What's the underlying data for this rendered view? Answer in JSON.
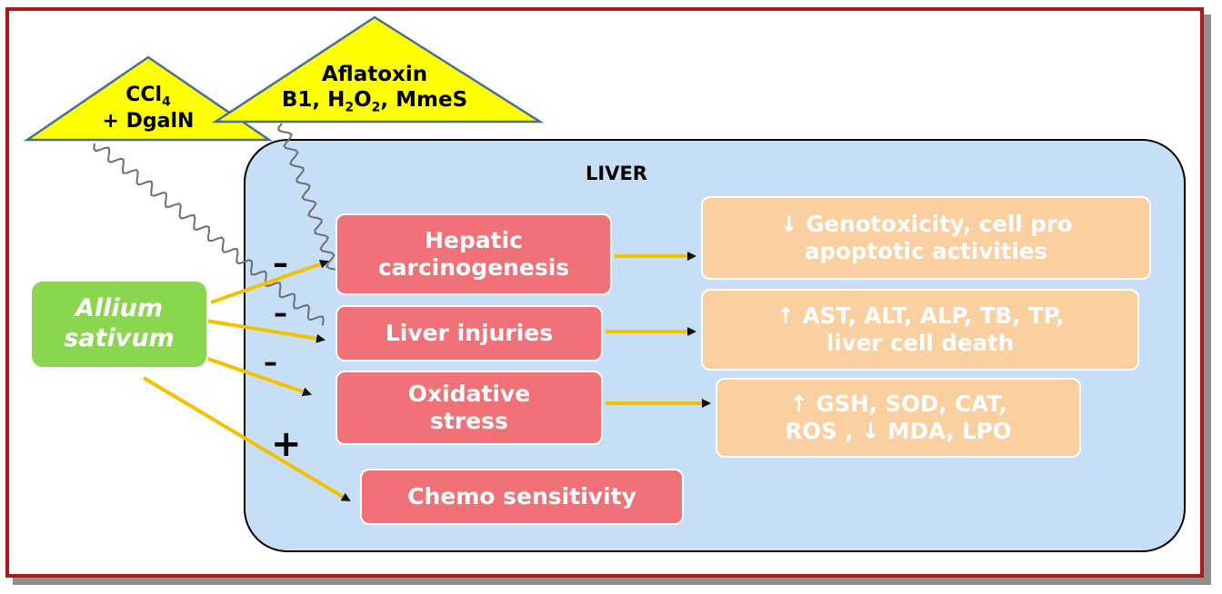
{
  "triangles": {
    "left": {
      "line1": "CCl",
      "line1_sub": "4",
      "line2": "+ DgalN"
    },
    "right": {
      "line1": "Aflatoxin",
      "line2_a": "B1, H",
      "line2_sub1": "2",
      "line2_b": "O",
      "line2_sub2": "2",
      "line2_c": ", MmeS"
    }
  },
  "liver_label": "LIVER",
  "allium": {
    "line1": "Allium",
    "line2": "sativum"
  },
  "effects": [
    {
      "line1": "Hepatic",
      "line2": "carcinogenesis"
    },
    {
      "line1": "Liver injuries",
      "line2": ""
    },
    {
      "line1": "Oxidative",
      "line2": "stress"
    },
    {
      "line1": "Chemo sensitivity",
      "line2": ""
    }
  ],
  "outcomes": [
    {
      "line1": "↓ Genotoxicity, cell pro",
      "line2": "apoptotic activities"
    },
    {
      "line1": "↑ AST, ALT,  ALP, TB, TP,",
      "line2": "liver cell death"
    },
    {
      "line1": "↑ GSH, SOD, CAT,",
      "line2": "ROS , ↓ MDA, LPO"
    }
  ],
  "signs": [
    "–",
    "–",
    "–",
    "+"
  ],
  "colors": {
    "frame": "#b0161c",
    "liver_fill": "#c6dff7",
    "effect_fill": "#f07178",
    "outcome_fill": "#fbd0a1",
    "allium_fill": "#8bd64f",
    "triangle_fill": "#ffff00",
    "arrow": "#f5c000"
  }
}
